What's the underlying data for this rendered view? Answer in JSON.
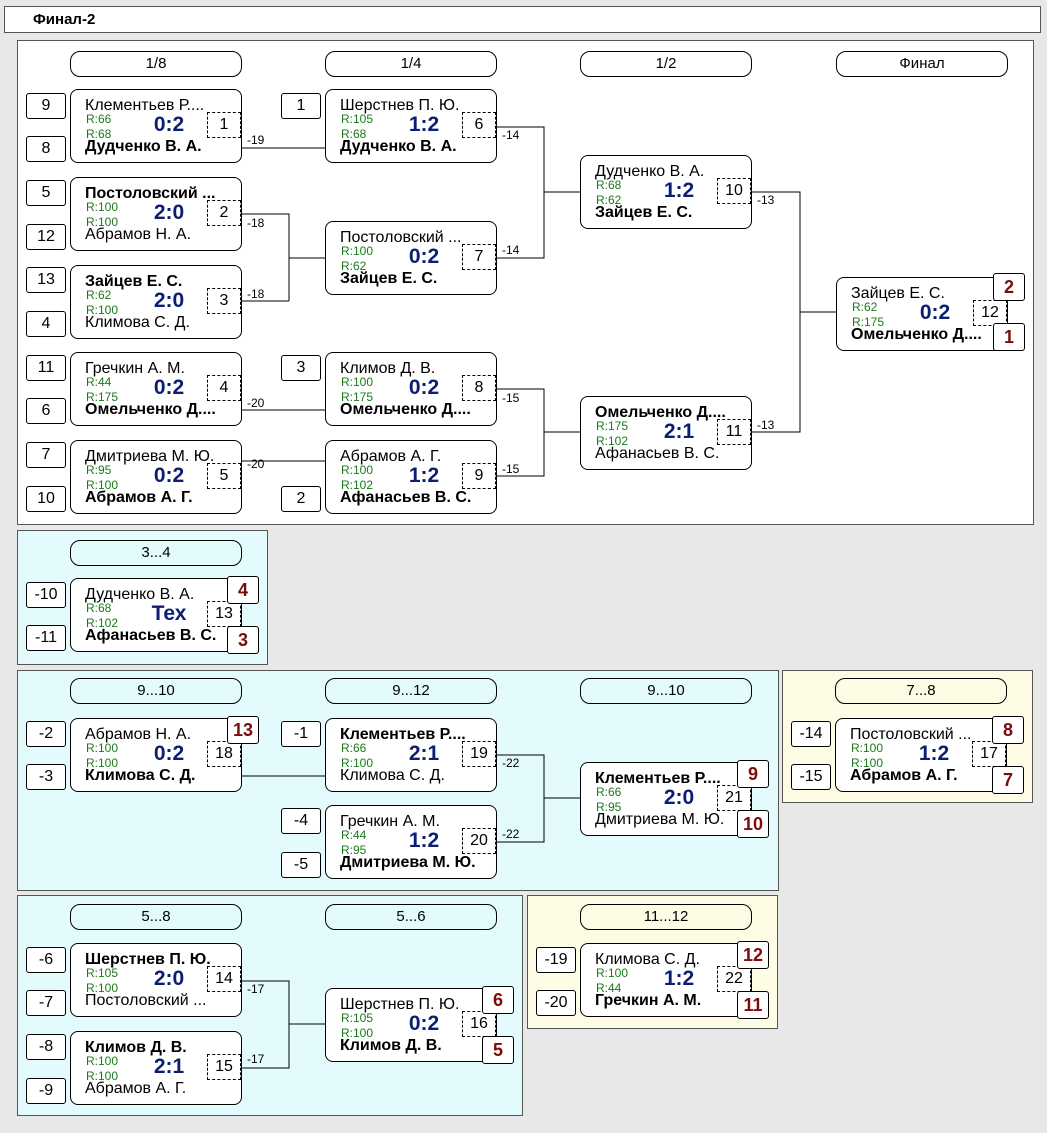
{
  "window_title": "Финал-2",
  "rounds_main": [
    "1/8",
    "1/4",
    "1/2",
    "Финал"
  ],
  "seeds": {
    "m1a": "9",
    "m1b": "8",
    "m2a": "5",
    "m2b": "12",
    "m3a": "13",
    "m3b": "4",
    "m4a": "11",
    "m4b": "6",
    "m5a": "7",
    "m5b": "10",
    "m6a": "1",
    "m8a": "3",
    "m9b": "2",
    "m13a": "-10",
    "m13b": "-11",
    "m18a": "-2",
    "m18b": "-3",
    "m19a": "-1",
    "m20a": "-4",
    "m20b": "-5",
    "m17a": "-14",
    "m17b": "-15",
    "m14a": "-6",
    "m14b": "-7",
    "m15a": "-8",
    "m15b": "-9",
    "m22a": "-19",
    "m22b": "-20"
  },
  "matches": {
    "m1": {
      "p1": "Клементьев Р....",
      "p2": "Дудченко В. А.",
      "r1": "R:66",
      "r2": "R:68",
      "score": "0:2",
      "num": "1",
      "to": "-19"
    },
    "m2": {
      "p1": "Постоловский ...",
      "p2": "Абрамов Н. А.",
      "r1": "R:100",
      "r2": "R:100",
      "score": "2:0",
      "num": "2",
      "to": "-18"
    },
    "m3": {
      "p1": "Зайцев Е. С.",
      "p2": "Климова С. Д.",
      "r1": "R:62",
      "r2": "R:100",
      "score": "2:0",
      "num": "3",
      "to": "-18"
    },
    "m4": {
      "p1": "Гречкин А. М.",
      "p2": "Омельченко Д....",
      "r1": "R:44",
      "r2": "R:175",
      "score": "0:2",
      "num": "4",
      "to": "-20"
    },
    "m5": {
      "p1": "Дмитриева М. Ю.",
      "p2": "Абрамов А. Г.",
      "r1": "R:95",
      "r2": "R:100",
      "score": "0:2",
      "num": "5",
      "to": "-20"
    },
    "m6": {
      "p1": "Шерстнев П. Ю.",
      "p2": "Дудченко В. А.",
      "r1": "R:105",
      "r2": "R:68",
      "score": "1:2",
      "num": "6",
      "to": "-14"
    },
    "m7": {
      "p1": "Постоловский ...",
      "p2": "Зайцев Е. С.",
      "r1": "R:100",
      "r2": "R:62",
      "score": "0:2",
      "num": "7",
      "to": "-14"
    },
    "m8": {
      "p1": "Климов Д. В.",
      "p2": "Омельченко Д....",
      "r1": "R:100",
      "r2": "R:175",
      "score": "0:2",
      "num": "8",
      "to": "-15"
    },
    "m9": {
      "p1": "Абрамов А. Г.",
      "p2": "Афанасьев В. С.",
      "r1": "R:100",
      "r2": "R:102",
      "score": "1:2",
      "num": "9",
      "to": "-15"
    },
    "m10": {
      "p1": "Дудченко В. А.",
      "p2": "Зайцев Е. С.",
      "r1": "R:68",
      "r2": "R:62",
      "score": "1:2",
      "num": "10",
      "to": "-13"
    },
    "m11": {
      "p1": "Омельченко Д....",
      "p2": "Афанасьев В. С.",
      "r1": "R:175",
      "r2": "R:102",
      "score": "2:1",
      "num": "11",
      "to": "-13"
    },
    "m12": {
      "p1": "Зайцев Е. С.",
      "p2": "Омельченко Д....",
      "r1": "R:62",
      "r2": "R:175",
      "score": "0:2",
      "num": "12",
      "place1": "2",
      "place2": "1"
    },
    "m13": {
      "p1": "Дудченко В. А.",
      "p2": "Афанасьев В. С.",
      "r1": "R:68",
      "r2": "R:102",
      "score": "Тех",
      "num": "13",
      "place1": "4",
      "place2": "3"
    },
    "m18": {
      "p1": "Абрамов Н. А.",
      "p2": "Климова С. Д.",
      "r1": "R:100",
      "r2": "R:100",
      "score": "0:2",
      "num": "18",
      "place1": "13"
    },
    "m19": {
      "p1": "Клементьев Р....",
      "p2": "Климова С. Д.",
      "r1": "R:66",
      "r2": "R:100",
      "score": "2:1",
      "num": "19",
      "to": "-22"
    },
    "m20": {
      "p1": "Гречкин А. М.",
      "p2": "Дмитриева М. Ю.",
      "r1": "R:44",
      "r2": "R:95",
      "score": "1:2",
      "num": "20",
      "to": "-22"
    },
    "m21": {
      "p1": "Клементьев Р....",
      "p2": "Дмитриева М. Ю.",
      "r1": "R:66",
      "r2": "R:95",
      "score": "2:0",
      "num": "21",
      "place1": "9",
      "place2": "10"
    },
    "m17": {
      "p1": "Постоловский ...",
      "p2": "Абрамов А. Г.",
      "r1": "R:100",
      "r2": "R:100",
      "score": "1:2",
      "num": "17",
      "place1": "8",
      "place2": "7"
    },
    "m14": {
      "p1": "Шерстнев П. Ю.",
      "p2": "Постоловский ...",
      "r1": "R:105",
      "r2": "R:100",
      "score": "2:0",
      "num": "14",
      "to": "-17"
    },
    "m15": {
      "p1": "Климов Д. В.",
      "p2": "Абрамов А. Г.",
      "r1": "R:100",
      "r2": "R:100",
      "score": "2:1",
      "num": "15",
      "to": "-17"
    },
    "m16": {
      "p1": "Шерстнев П. Ю.",
      "p2": "Климов Д. В.",
      "r1": "R:105",
      "r2": "R:100",
      "score": "0:2",
      "num": "16",
      "place1": "6",
      "place2": "5"
    },
    "m22": {
      "p1": "Климова С. Д.",
      "p2": "Гречкин А. М.",
      "r1": "R:100",
      "r2": "R:44",
      "score": "1:2",
      "num": "22",
      "place1": "12",
      "place2": "11"
    }
  },
  "sections": {
    "s34": {
      "header": "3...4"
    },
    "s910": {
      "headers": [
        "9...10",
        "9...12",
        "9...10"
      ]
    },
    "s78": {
      "header": "7...8"
    },
    "s58": {
      "headers": [
        "5...8",
        "5...6"
      ]
    },
    "s1112": {
      "header": "11...12"
    }
  }
}
